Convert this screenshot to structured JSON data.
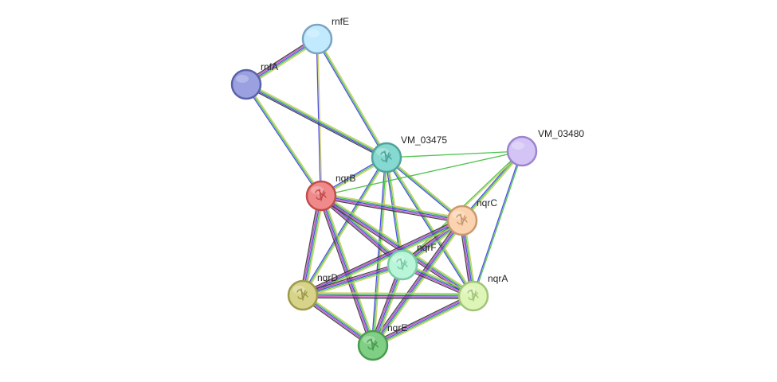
{
  "network": {
    "nodes": [
      {
        "id": "rnfE",
        "label": "rnfE",
        "color": "#c2eaff",
        "stroke": "#7ba3c2",
        "structure": false
      },
      {
        "id": "rnfA",
        "label": "rnfA",
        "color": "#9aa0e0",
        "stroke": "#5a62a8",
        "structure": false
      },
      {
        "id": "VM_03475",
        "label": "VM_03475",
        "color": "#86d9d0",
        "stroke": "#4fa39a",
        "structure": true
      },
      {
        "id": "VM_03480",
        "label": "VM_03480",
        "color": "#d4c4f5",
        "stroke": "#9c84cf",
        "structure": false
      },
      {
        "id": "nqrB",
        "label": "nqrB",
        "color": "#f08a8a",
        "stroke": "#c04c4c",
        "structure": true
      },
      {
        "id": "nqrC",
        "label": "nqrC",
        "color": "#fbd3b0",
        "stroke": "#c99a70",
        "structure": true
      },
      {
        "id": "nqrF",
        "label": "nqrF",
        "color": "#b8f5d9",
        "stroke": "#7cc9a6",
        "structure": true
      },
      {
        "id": "nqrD",
        "label": "nqrD",
        "color": "#d7d48a",
        "stroke": "#9d9a4c",
        "structure": true
      },
      {
        "id": "nqrA",
        "label": "nqrA",
        "color": "#def5b8",
        "stroke": "#a2c47a",
        "structure": true
      },
      {
        "id": "nqrE",
        "label": "nqrE",
        "color": "#7fcf84",
        "stroke": "#4a9a50",
        "structure": true
      }
    ],
    "edge_colors": {
      "green": "#3cbf3c",
      "blue": "#3a3ae0",
      "olive": "#c8cc5a",
      "magenta": "#c040c0",
      "black": "#333333",
      "cyan": "#3ab8c8"
    },
    "edges": [
      {
        "a": "rnfE",
        "b": "rnfA",
        "types": [
          "olive",
          "green",
          "blue",
          "magenta",
          "black"
        ]
      },
      {
        "a": "rnfE",
        "b": "VM_03475",
        "types": [
          "olive",
          "green",
          "blue"
        ]
      },
      {
        "a": "rnfE",
        "b": "nqrB",
        "types": [
          "olive",
          "blue"
        ]
      },
      {
        "a": "rnfA",
        "b": "VM_03475",
        "types": [
          "olive",
          "green",
          "blue",
          "black"
        ]
      },
      {
        "a": "rnfA",
        "b": "nqrB",
        "types": [
          "olive",
          "green",
          "blue"
        ]
      },
      {
        "a": "VM_03475",
        "b": "VM_03480",
        "types": [
          "green"
        ]
      },
      {
        "a": "VM_03475",
        "b": "nqrB",
        "types": [
          "olive",
          "green",
          "blue"
        ]
      },
      {
        "a": "VM_03475",
        "b": "nqrC",
        "types": [
          "olive",
          "green",
          "blue"
        ]
      },
      {
        "a": "VM_03475",
        "b": "nqrF",
        "types": [
          "olive",
          "green",
          "blue"
        ]
      },
      {
        "a": "VM_03475",
        "b": "nqrD",
        "types": [
          "olive",
          "green",
          "blue"
        ]
      },
      {
        "a": "VM_03475",
        "b": "nqrA",
        "types": [
          "olive",
          "green",
          "blue"
        ]
      },
      {
        "a": "VM_03475",
        "b": "nqrE",
        "types": [
          "olive",
          "green",
          "blue"
        ]
      },
      {
        "a": "VM_03480",
        "b": "nqrB",
        "types": [
          "green"
        ]
      },
      {
        "a": "VM_03480",
        "b": "nqrC",
        "types": [
          "olive",
          "green",
          "blue"
        ]
      },
      {
        "a": "VM_03480",
        "b": "nqrF",
        "types": [
          "olive",
          "green"
        ]
      },
      {
        "a": "VM_03480",
        "b": "nqrA",
        "types": [
          "green",
          "blue"
        ]
      },
      {
        "a": "nqrB",
        "b": "nqrC",
        "types": [
          "olive",
          "green",
          "blue",
          "magenta",
          "black"
        ]
      },
      {
        "a": "nqrB",
        "b": "nqrF",
        "types": [
          "olive",
          "green",
          "blue",
          "magenta",
          "black"
        ]
      },
      {
        "a": "nqrB",
        "b": "nqrD",
        "types": [
          "olive",
          "green",
          "blue",
          "magenta",
          "black"
        ]
      },
      {
        "a": "nqrB",
        "b": "nqrA",
        "types": [
          "olive",
          "green",
          "blue",
          "magenta",
          "black"
        ]
      },
      {
        "a": "nqrB",
        "b": "nqrE",
        "types": [
          "olive",
          "green",
          "blue",
          "magenta",
          "black"
        ]
      },
      {
        "a": "nqrC",
        "b": "nqrF",
        "types": [
          "olive",
          "green",
          "blue",
          "magenta",
          "black"
        ]
      },
      {
        "a": "nqrC",
        "b": "nqrD",
        "types": [
          "olive",
          "green",
          "blue",
          "magenta",
          "black"
        ]
      },
      {
        "a": "nqrC",
        "b": "nqrA",
        "types": [
          "olive",
          "green",
          "blue",
          "magenta",
          "black"
        ]
      },
      {
        "a": "nqrC",
        "b": "nqrE",
        "types": [
          "olive",
          "green",
          "blue",
          "magenta",
          "black"
        ]
      },
      {
        "a": "nqrF",
        "b": "nqrD",
        "types": [
          "olive",
          "green",
          "blue",
          "magenta",
          "black"
        ]
      },
      {
        "a": "nqrF",
        "b": "nqrA",
        "types": [
          "olive",
          "green",
          "blue",
          "magenta",
          "black"
        ]
      },
      {
        "a": "nqrF",
        "b": "nqrE",
        "types": [
          "olive",
          "green",
          "blue",
          "magenta",
          "black"
        ]
      },
      {
        "a": "nqrD",
        "b": "nqrA",
        "types": [
          "olive",
          "green",
          "blue",
          "magenta",
          "black"
        ]
      },
      {
        "a": "nqrD",
        "b": "nqrE",
        "types": [
          "olive",
          "green",
          "blue",
          "magenta",
          "black"
        ]
      },
      {
        "a": "nqrA",
        "b": "nqrE",
        "types": [
          "olive",
          "green",
          "blue",
          "magenta",
          "black"
        ]
      }
    ]
  }
}
